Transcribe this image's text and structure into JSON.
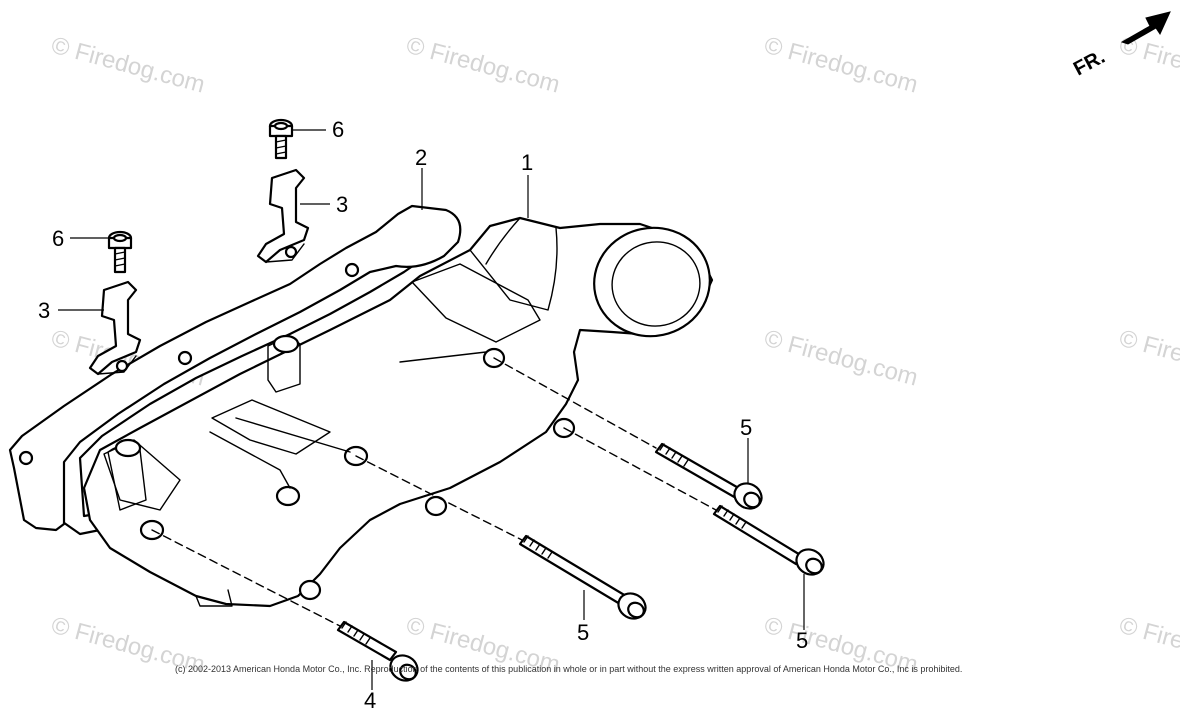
{
  "diagram": {
    "direction_label": "FR.",
    "copyright": "(c) 2002-2013 American Honda Motor Co., Inc. Reproduction of the contents of this publication in whole or in part without the express written approval of American Honda Motor Co., Inc is prohibited.",
    "watermark": "© Firedog.com",
    "callouts": [
      "1",
      "2",
      "3",
      "3",
      "4",
      "5",
      "5",
      "5",
      "6",
      "6"
    ]
  }
}
